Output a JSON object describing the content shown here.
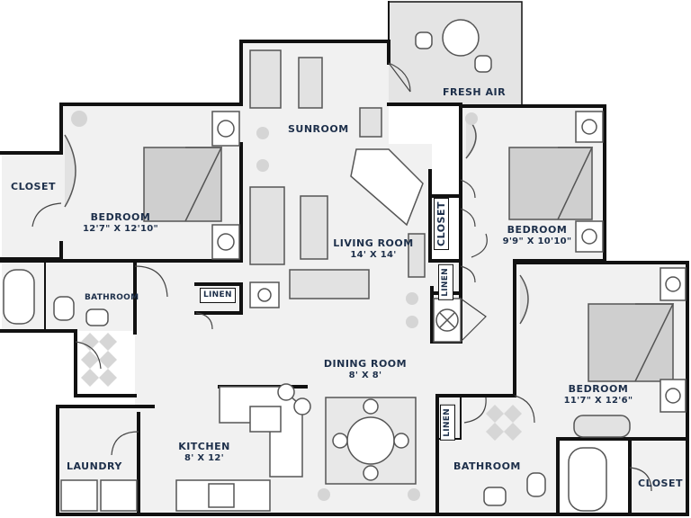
{
  "rooms": {
    "fresh_air": {
      "name": "FRESH AIR"
    },
    "sunroom": {
      "name": "SUNROOM"
    },
    "closet_left": {
      "name": "CLOSET"
    },
    "bedroom_1": {
      "name": "BEDROOM",
      "size": "12'7\" X 12'10\""
    },
    "bedroom_2": {
      "name": "BEDROOM",
      "size": "9'9\" X 10'10\""
    },
    "bedroom_3": {
      "name": "BEDROOM",
      "size": "11'7\" X 12'6\""
    },
    "living_room": {
      "name": "LIVING ROOM",
      "size": "14' X 14'"
    },
    "closet_center": {
      "name": "CLOSET"
    },
    "linen_center": {
      "name": "LINEN"
    },
    "linen_hall": {
      "name": "LINEN"
    },
    "linen_bath": {
      "name": "LINEN"
    },
    "bathroom_small": {
      "name": "BATHROOM"
    },
    "dining_room": {
      "name": "DINING ROOM",
      "size": "8' X 8'"
    },
    "kitchen": {
      "name": "KITCHEN",
      "size": "8' X 12'"
    },
    "laundry": {
      "name": "LAUNDRY"
    },
    "bathroom_main": {
      "name": "BATHROOM"
    },
    "closet_right": {
      "name": "CLOSET"
    }
  },
  "colors": {
    "wall": "#111111",
    "floor": "#f1f1f1",
    "patio": "#e4e4e4",
    "label": "#1d2f4a",
    "furniture": "#e2e2e2"
  }
}
